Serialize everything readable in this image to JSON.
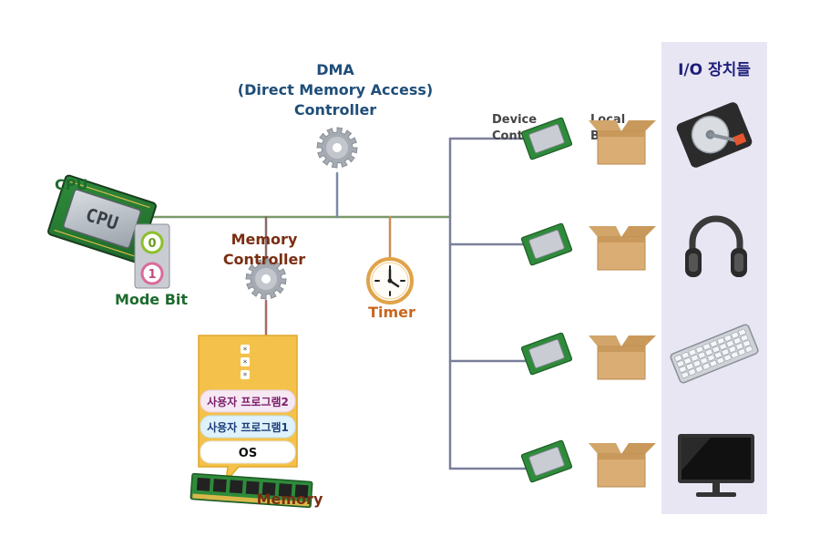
{
  "dma": {
    "line1": "DMA",
    "line2": "(Direct Memory Access)",
    "line3": "Controller"
  },
  "cpu": {
    "label": "CPU",
    "chip_text": "CPU"
  },
  "mode_bit": {
    "label": "Mode Bit",
    "bit0": "0",
    "bit1": "1"
  },
  "memory_controller": {
    "line1": "Memory",
    "line2": "Controller"
  },
  "timer": {
    "label": "Timer"
  },
  "memory": {
    "label": "Memory",
    "dots": [
      "*",
      "*",
      "*"
    ],
    "program2": "사용자 프로그램2",
    "program1": "사용자 프로그램1",
    "os": "OS"
  },
  "device_controller": {
    "line1": "Device",
    "line2": "Controller"
  },
  "local_buffer": {
    "line1": "Local",
    "line2": "Buffer"
  },
  "io_panel": {
    "title": "I/O 장치들"
  },
  "io_devices": [
    "hard-disk",
    "headphones",
    "keyboard",
    "monitor"
  ],
  "colors": {
    "dma": "#1f4e79",
    "cpu": "#1e6b2e",
    "memory": "#7a2e12",
    "timer": "#c8661e",
    "program2": "#7b1f6a",
    "program1": "#1f3f7a",
    "io_title": "#1f1f7a",
    "io_panel": "#e9e6f4",
    "memory_box": "#f4c24a",
    "bus_line": "#7a7f9a"
  }
}
